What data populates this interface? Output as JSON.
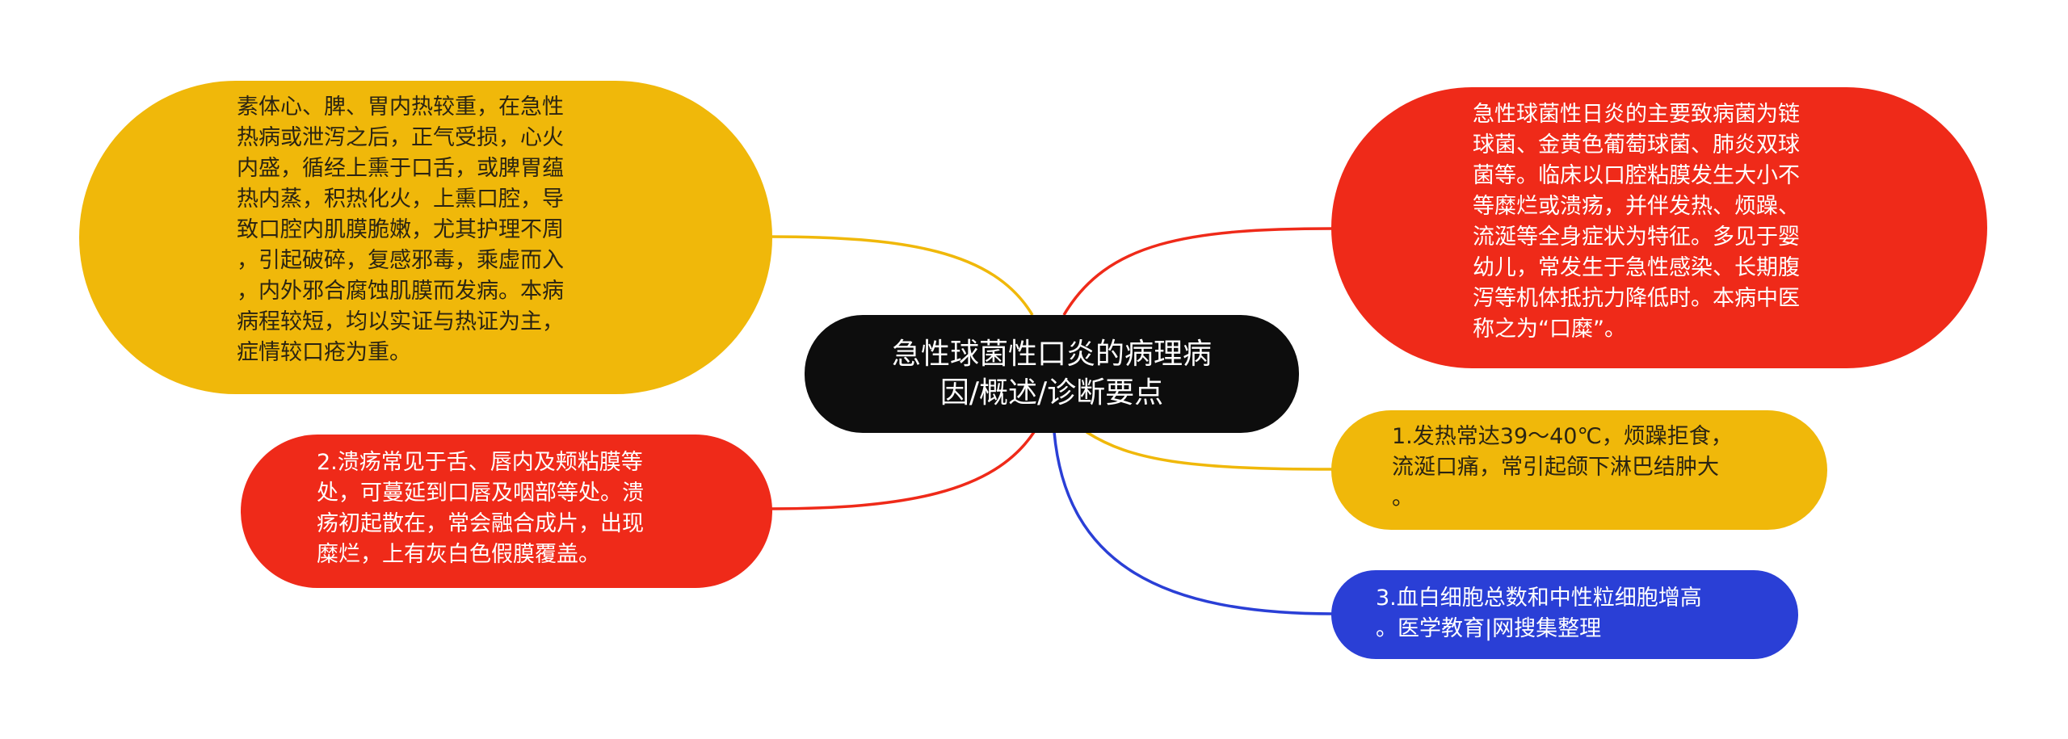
{
  "mindmap": {
    "central": {
      "text": "急性球菌性口炎的病理病\n因/概述/诊断要点",
      "color": "#0d0d0d"
    },
    "branches": [
      {
        "id": "etiology",
        "side": "left",
        "color": "#f0b80a",
        "text": "素体心、脾、胃内热较重，在急性\n热病或泄泻之后，正气受损，心火\n内盛，循经上熏于口舌，或脾胃蕴\n热内蒸，积热化火，上熏口腔，导\n致口腔内肌膜脆嫩，尤其护理不周\n，引起破碎，复感邪毒，乘虚而入\n，内外邪合腐蚀肌膜而发病。本病\n病程较短，均以实证与热证为主，\n症情较口疮为重。"
      },
      {
        "id": "diagnosis-2",
        "side": "left",
        "color": "#ef2a19",
        "text": "2.溃疡常见于舌、唇内及颊粘膜等\n处，可蔓延到口唇及咽部等处。溃\n疡初起散在，常会融合成片，出现\n糜烂，上有灰白色假膜覆盖。"
      },
      {
        "id": "overview",
        "side": "right",
        "color": "#ef2a19",
        "text": "急性球菌性日炎的主要致病菌为链\n球菌、金黄色葡萄球菌、肺炎双球\n菌等。临床以口腔粘膜发生大小不\n等糜烂或溃疡，并伴发热、烦躁、\n流涎等全身症状为特征。多见于婴\n幼儿，常发生于急性感染、长期腹\n泻等机体抵抗力降低时。本病中医\n称之为“口糜”。"
      },
      {
        "id": "diagnosis-1",
        "side": "right",
        "color": "#f0b80a",
        "text": "1.发热常达39～40℃，烦躁拒食，\n流涎口痛，常引起颌下淋巴结肿大\n。"
      },
      {
        "id": "diagnosis-3",
        "side": "right",
        "color": "#2a3fd6",
        "text": "3.血白细胞总数和中性粒细胞增高\n。医学教育|网搜集整理"
      }
    ]
  }
}
